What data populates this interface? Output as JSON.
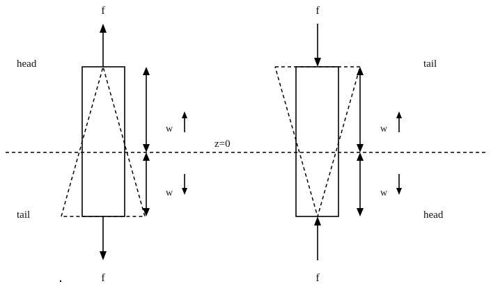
{
  "labels": {
    "left_top_force": "f",
    "left_bottom_force": "f",
    "right_top_force": "f",
    "right_bottom_force": "f",
    "left_head": "head",
    "left_tail": "tail",
    "right_tail": "tail",
    "right_head": "head",
    "left_w_up": "w",
    "left_w_down": "w",
    "right_w_up": "w",
    "right_w_down": "w",
    "plane": "z=0"
  }
}
